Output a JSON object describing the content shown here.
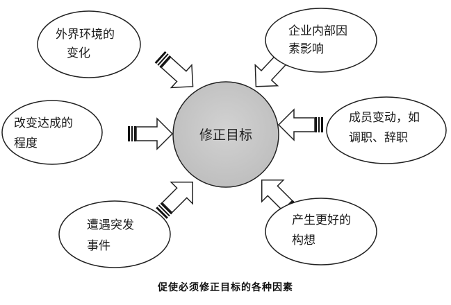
{
  "center": {
    "label": "修正目标",
    "fill": "#c8c8c8"
  },
  "factors": [
    {
      "id": "external",
      "lines": [
        "外界环境的",
        "变化"
      ]
    },
    {
      "id": "internal",
      "lines": [
        "企业内部因",
        "素影响"
      ]
    },
    {
      "id": "achievement",
      "lines": [
        "改变达成的",
        "程度"
      ]
    },
    {
      "id": "staff",
      "lines": [
        "成员变动，如",
        "调职、辞职"
      ]
    },
    {
      "id": "emergency",
      "lines": [
        "遭遇突发",
        "事件"
      ]
    },
    {
      "id": "better-idea",
      "lines": [
        "产生更好的",
        "构想"
      ]
    }
  ],
  "caption": "促使必须修正目标的各种因素"
}
